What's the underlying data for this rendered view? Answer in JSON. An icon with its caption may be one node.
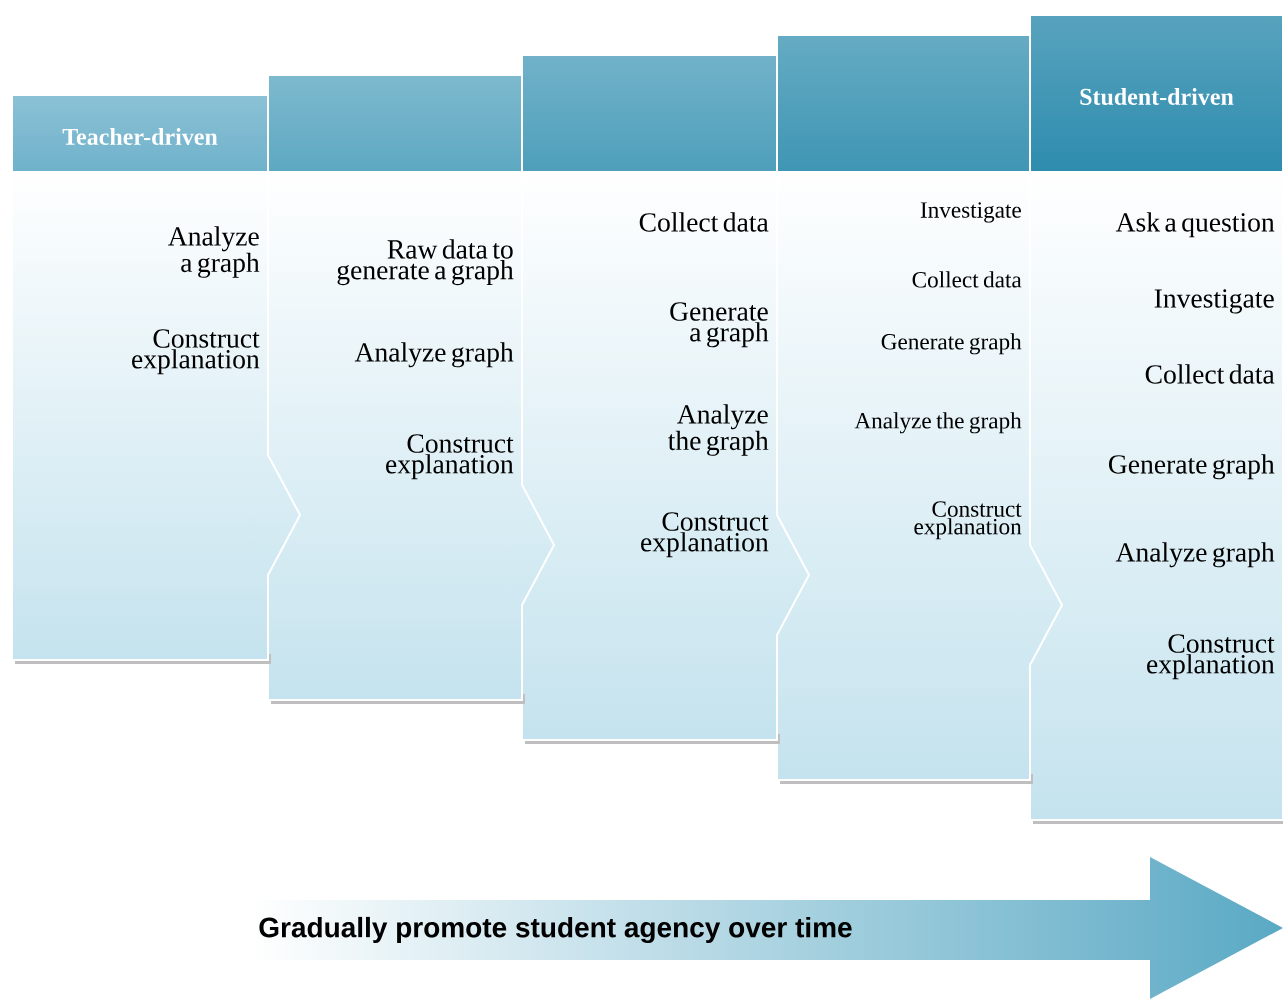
{
  "diagram": {
    "nodes": [
      {
        "text": [
          "Teacher-driven",
          "Analyze a graph",
          "Construct explanation"
        ]
      },
      {
        "text": [
          "Raw data to generate a graph",
          "Analyze graph",
          "Construct explanation"
        ]
      },
      {
        "text": [
          "Collect data",
          "Generate a graph",
          "Analyze the graph",
          "Construct explanation"
        ]
      },
      {
        "text": [
          "Investigate",
          "Collect data",
          "Generate graph",
          "Analyze the graph",
          "Construct explanation"
        ]
      },
      {
        "text": [
          "Student-driven",
          "Ask a question",
          "Investigate",
          "Collect data",
          "Generate graph",
          "Analyze graph",
          "Construct explanation"
        ]
      },
      {
        "text": [
          "Gradually promote student agency over time"
        ]
      }
    ],
    "edges": []
  }
}
